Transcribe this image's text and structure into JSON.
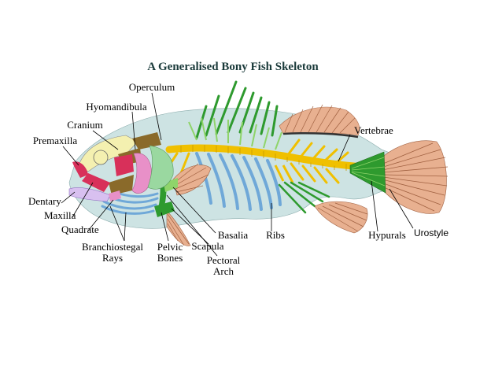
{
  "diagram": {
    "title": "A Generalised Bony Fish Skeleton",
    "labels": {
      "operculum": "Operculum",
      "hyomandibula": "Hyomandibula",
      "cranium": "Cranium",
      "premaxilla": "Premaxilla",
      "vertebrae": "Vertebrae",
      "dentary": "Dentary",
      "maxilla": "Maxilla",
      "quadrate": "Quadrate",
      "branchiostegal_1": "Branchiostegal",
      "branchiostegal_2": "Rays",
      "pelvic_1": "Pelvic",
      "pelvic_2": "Bones",
      "scapula": "Scapula",
      "basalia": "Basalia",
      "pectoral_1": "Pectoral",
      "pectoral_2": "Arch",
      "ribs": "Ribs",
      "hypurals": "Hypurals",
      "urostyle": "Urostyle"
    },
    "colors": {
      "body": "#cde3e3",
      "spine": "#f0c000",
      "fin_rays": "#e8b090",
      "green": "#2e9a2e",
      "green_light": "#8fd46a",
      "blue_ribs": "#6fa8d8",
      "skull_olive": "#8a6a2a",
      "skull_red": "#d8305a",
      "skull_pink": "#e890c8",
      "skull_yellow": "#f4f0b0",
      "skull_green": "#9ad8a0"
    }
  }
}
